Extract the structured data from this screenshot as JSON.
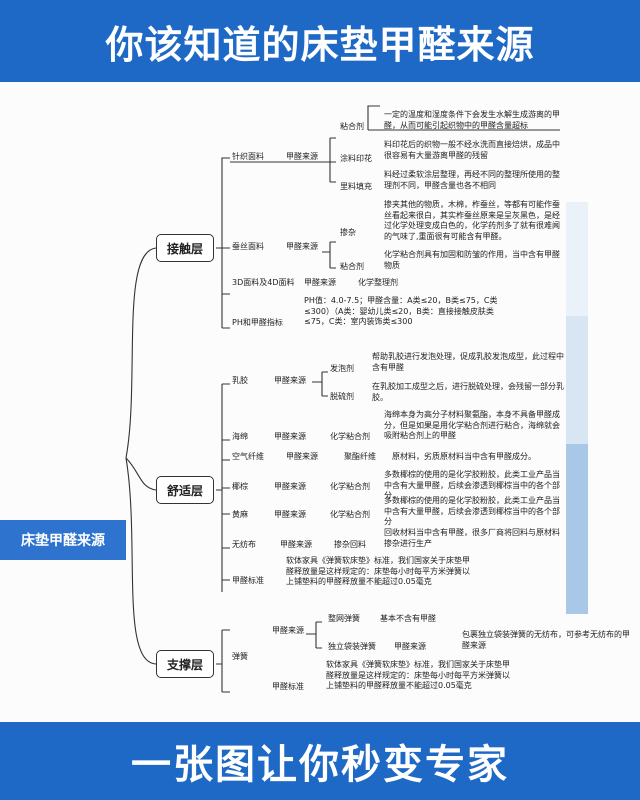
{
  "header": {
    "title": "你该知道的床垫甲醛来源"
  },
  "footer": {
    "slogan": "一张图让你秒变专家"
  },
  "root": "床垫甲醛来源",
  "layers": {
    "contact": {
      "label": "接触层",
      "knit": "针织面料",
      "knit_src": "甲醛来源",
      "knit_a": "粘合剂",
      "knit_a_note": "一定的温度和湿度条件下会发生水解生成游离的甲醛，从而可能引起织物中的甲醛含量超标",
      "knit_b": "涂料印花",
      "knit_b_note": "料印花后的织物一般不经水洗而直接焙烘，成品中很容易有大量游离甲醛的残留",
      "knit_c": "里料填充",
      "knit_c_note": "料经过柔软涂层整理，再经不同的整理所使用的整理剂不同，甲醛含量也各不相同",
      "silk": "蚕丝面料",
      "silk_src": "甲醛来源",
      "silk_a": "掺杂",
      "silk_a_note": "掺夹其他的物质，木棉，柞蚕丝，等都有可能作蚕丝看起来很白，其实柞蚕丝原来是呈灰黑色，是经过化学处理变成白色的，化学药剂多了就有很难闻的气味了,重面很有可能含有甲醛。",
      "silk_b": "粘合剂",
      "silk_b_note": "化学粘合剂具有加固和防皱的作用，当中含有甲醛物质",
      "fabric3d": "3D面料及4D面料",
      "fabric3d_src": "甲醛来源",
      "fabric3d_cause": "化学整理剂",
      "ph": "PH和甲醛指标",
      "ph_note": "PH值：4.0-7.5；甲醛含量：A类≤20，B类≤75，C类≤300）（A类：婴幼儿类≤20，B类：直接接触皮肤类≤75，C类：室内装饰类≤300"
    },
    "comfort": {
      "label": "舒适层",
      "latex": "乳胶",
      "latex_src": "甲醛来源",
      "latex_a": "发泡剂",
      "latex_a_note": "帮助乳胶进行发泡处理，促成乳胶发泡成型，此过程中含有甲醛",
      "latex_b": "脱硫剂",
      "latex_b_note": "在乳胶加工成型之后，进行脱硫处理，会残留一部分乳胶。",
      "sponge": "海绵",
      "sponge_src": "甲醛来源",
      "sponge_cause": "化学粘合剂",
      "sponge_note": "海绵本身为高分子材料聚氨酯，本身不具备甲醛成分，但是如果是用化学粘合剂进行粘合，海绵就会吸附粘合剂上的甲醛",
      "airfiber": "空气纤维",
      "airfiber_src": "甲醛来源",
      "airfiber_cause": "聚酯纤维",
      "airfiber_note": "原材料，劣质原材料当中含有甲醛成分。",
      "coir": "椰棕",
      "coir_src": "甲醛来源",
      "coir_cause": "化学粘合剂",
      "coir_note": "多数椰棕的使用的是化学胶粉胶，此类工业产品当中含有大量甲醛，后续会渗透到椰棕当中的各个部分",
      "jute": "黄麻",
      "jute_src": "甲醛来源",
      "jute_cause": "化学粘合剂",
      "jute_note": "多数椰棕的使用的是化学胶粉胶，此类工业产品当中含有大量甲醛，后续会渗透到椰棕当中的各个部分",
      "nonwoven": "无纺布",
      "nonwoven_src": "甲醛来源",
      "nonwoven_cause": "掺杂回料",
      "nonwoven_note": "回收材料当中含有甲醛，很多厂商将回料与原材料掺杂进行生产",
      "std": "甲醛标准",
      "std_note": "软体家具《弹簧软床垫》标准，我们国家关于床垫甲醛释放量是这样规定的：床垫每小时每平方米弹簧以上铺垫料的甲醛释放量不能超过0.05毫克"
    },
    "support": {
      "label": "支撑层",
      "spring": "弹簧",
      "spring_src": "甲醛来源",
      "spring_a": "整网弹簧",
      "spring_a_note": "基本不含有甲醛",
      "spring_b": "独立袋装弹簧",
      "spring_b_src": "甲醛来源",
      "spring_b_note": "包裹独立袋装弹簧的无纺布，可参考无纺布的甲醛来源",
      "std": "甲醛标准",
      "std_note": "软体家具《弹簧软床垫》标准，我们国家关于床垫甲醛释放量是这样规定的：床垫每小时每平方米弹簧以上铺垫料的甲醛释放量不能超过0.05毫克"
    }
  },
  "colors": {
    "banner": "#1f69c6",
    "root": "#2e74cf",
    "line": "#333333"
  }
}
